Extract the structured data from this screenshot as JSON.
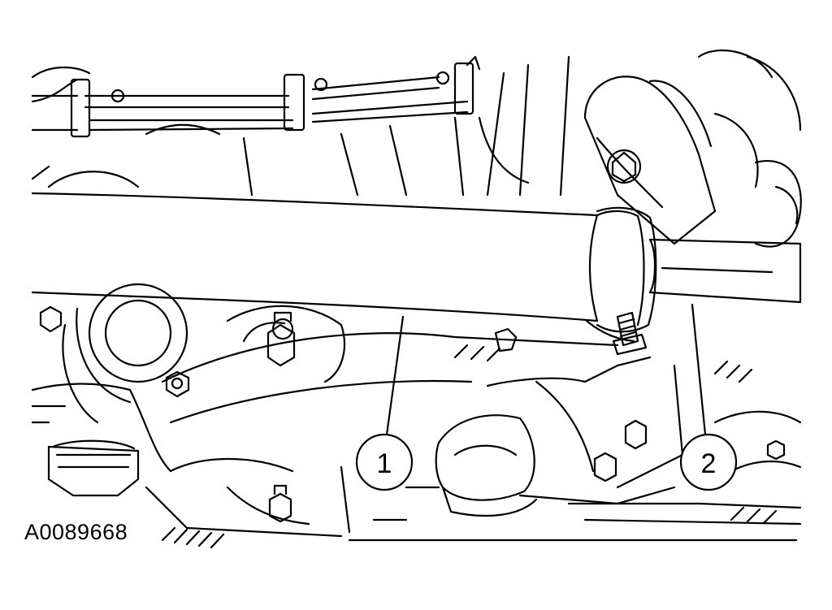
{
  "figure": {
    "id_label": "A0089668",
    "line_color": "#000000",
    "background": "#ffffff"
  },
  "callouts": [
    {
      "number": "1"
    },
    {
      "number": "2"
    }
  ]
}
